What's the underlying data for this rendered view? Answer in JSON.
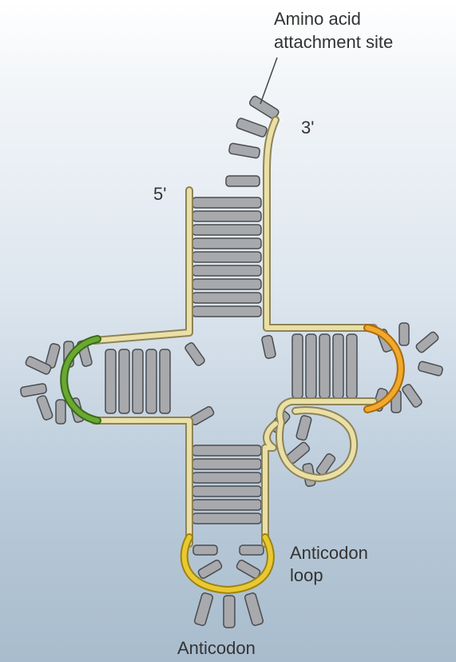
{
  "labels": {
    "amino_line1": "Amino acid",
    "amino_line2": "attachment site",
    "three_prime": "3'",
    "five_prime": "5'",
    "anticodon_loop_line1": "Anticodon",
    "anticodon_loop_line2": "loop",
    "anticodon": "Anticodon"
  },
  "colors": {
    "backbone": "#eadfa5",
    "backbone_edge": "#8d8356",
    "base": "#a7a9ac",
    "base_edge": "#4a4c4f",
    "d_loop": "#5a9a2a",
    "t_loop": "#f0a020",
    "anticodon_loop": "#e8c020"
  }
}
